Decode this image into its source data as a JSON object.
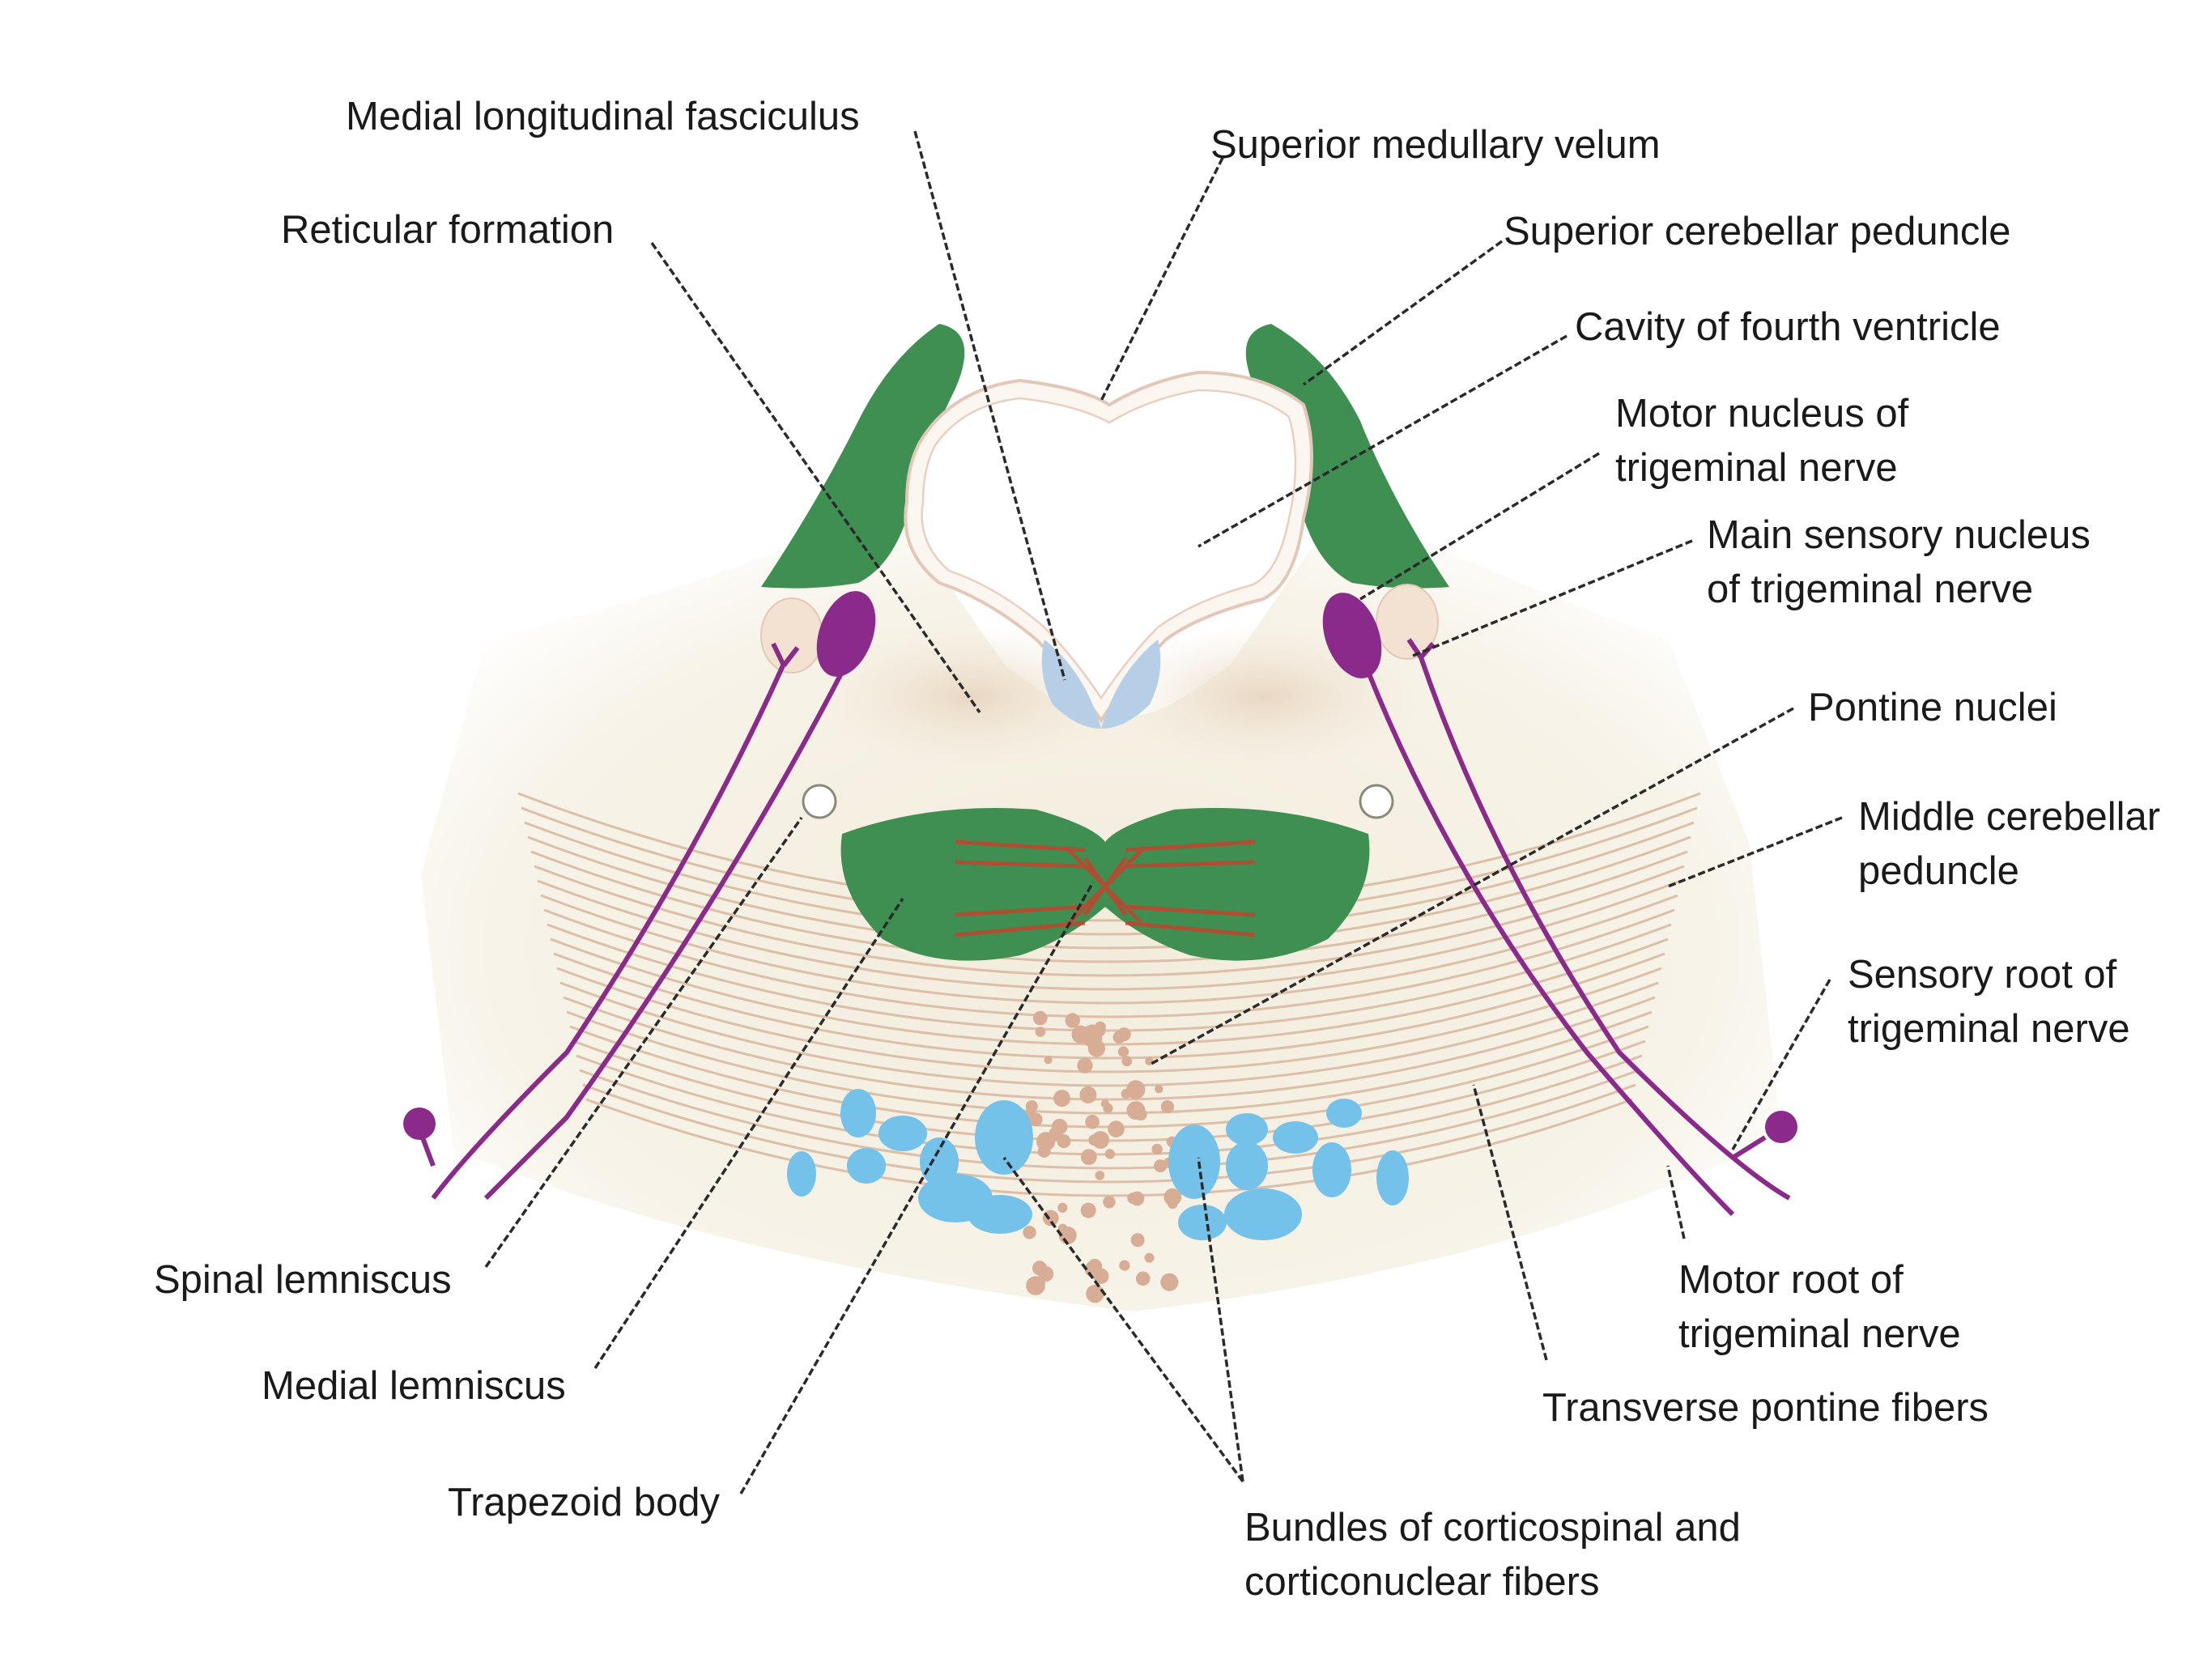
{
  "labels": {
    "medial_longitudinal_fasciculus": "Medial longitudinal fasciculus",
    "superior_medullary_velum": "Superior medullary velum",
    "reticular_formation": "Reticular formation",
    "superior_cerebellar_peduncle": "Superior cerebellar peduncle",
    "cavity_fourth_ventricle": "Cavity of fourth ventricle",
    "motor_nucleus_line1": "Motor nucleus of",
    "motor_nucleus_line2": "trigeminal nerve",
    "main_sensory_line1": "Main sensory nucleus",
    "main_sensory_line2": "of trigeminal nerve",
    "pontine_nuclei": "Pontine nuclei",
    "middle_cerebellar_line1": "Middle cerebellar",
    "middle_cerebellar_line2": "peduncle",
    "sensory_root_line1": "Sensory root of",
    "sensory_root_line2": "trigeminal nerve",
    "spinal_lemniscus": "Spinal lemniscus",
    "medial_lemniscus": "Medial lemniscus",
    "motor_root_line1": "Motor root of",
    "motor_root_line2": "trigeminal nerve",
    "transverse_pontine_fibers": "Transverse pontine fibers",
    "trapezoid_body": "Trapezoid body",
    "bundles_line1": "Bundles of corticospinal and",
    "bundles_line2": "corticonuclear fibers"
  },
  "colors": {
    "green": "#3f8f52",
    "purple": "#8a2a8a",
    "blue": "#74c1ea",
    "pale_blue": "#b6cfe6",
    "tissue": "#f6f1e3",
    "fiber": "#dcbfa8",
    "red": "#c0452e"
  }
}
